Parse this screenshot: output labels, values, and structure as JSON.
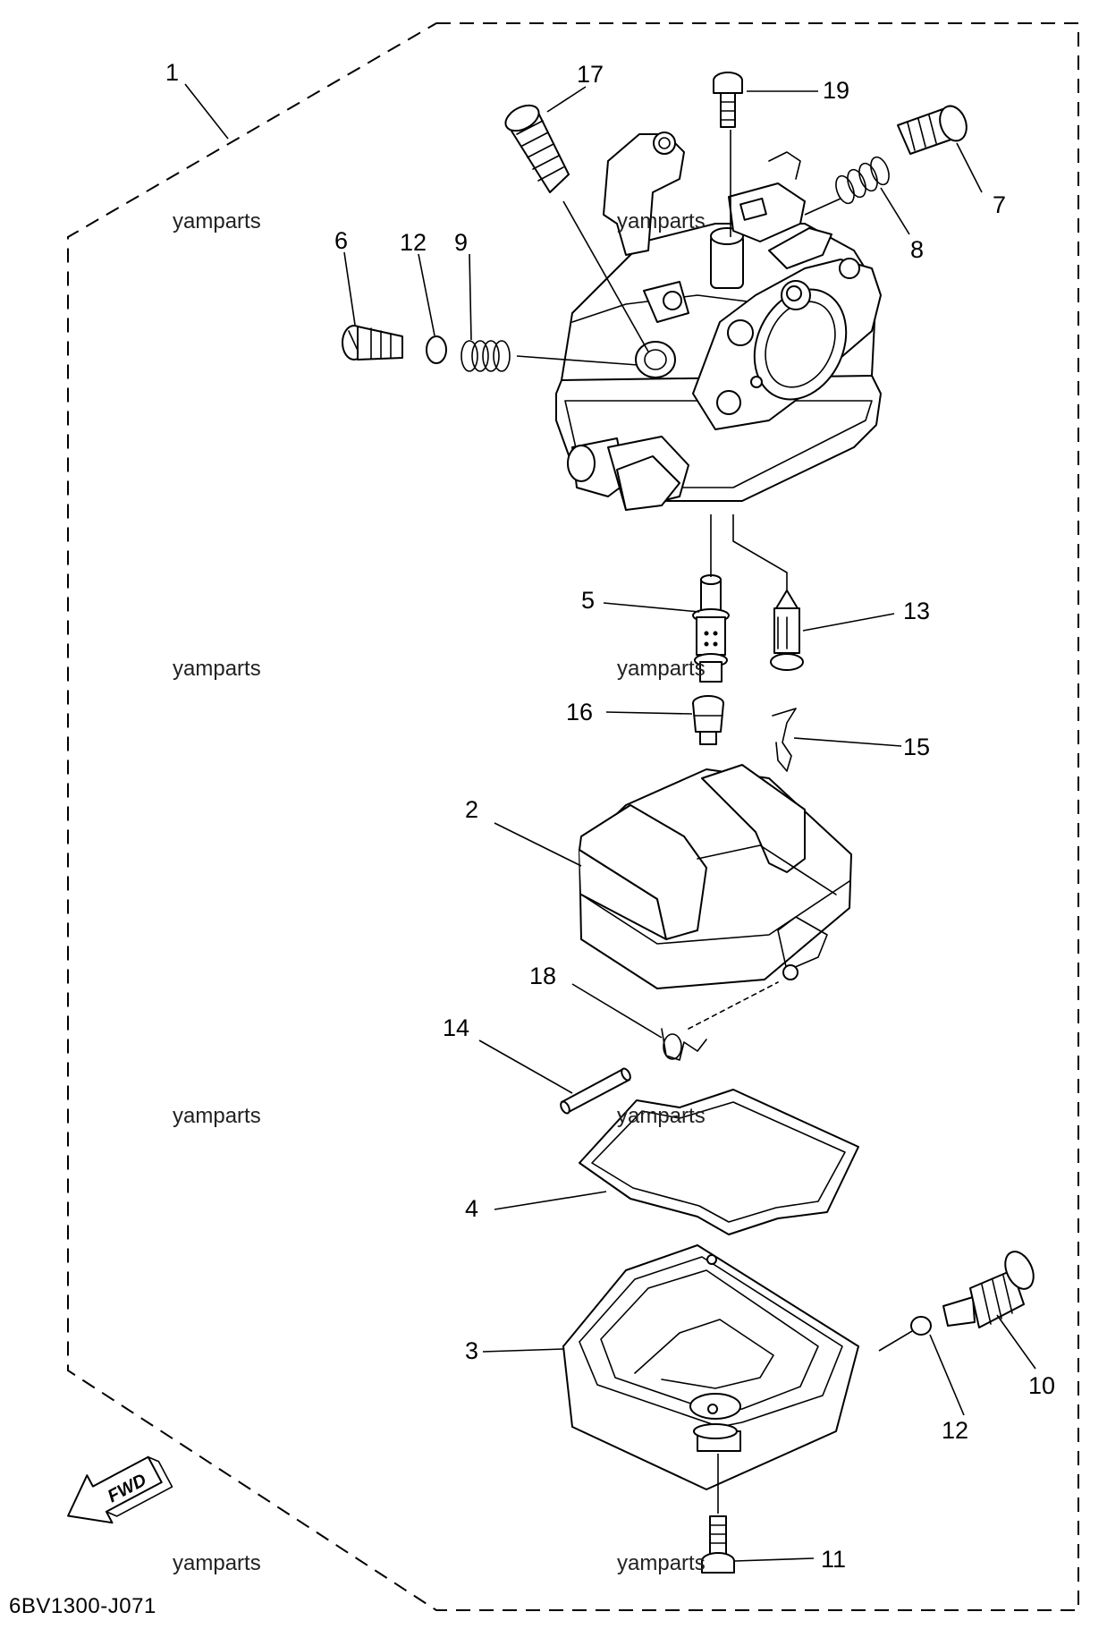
{
  "diagram": {
    "callouts": [
      "1",
      "2",
      "3",
      "4",
      "5",
      "6",
      "7",
      "8",
      "9",
      "10",
      "11",
      "12",
      "12",
      "13",
      "14",
      "15",
      "16",
      "17",
      "18",
      "19"
    ],
    "watermark": "yamparts",
    "fwd_label": "FWD",
    "drawing_code": "6BV1300-J071"
  }
}
